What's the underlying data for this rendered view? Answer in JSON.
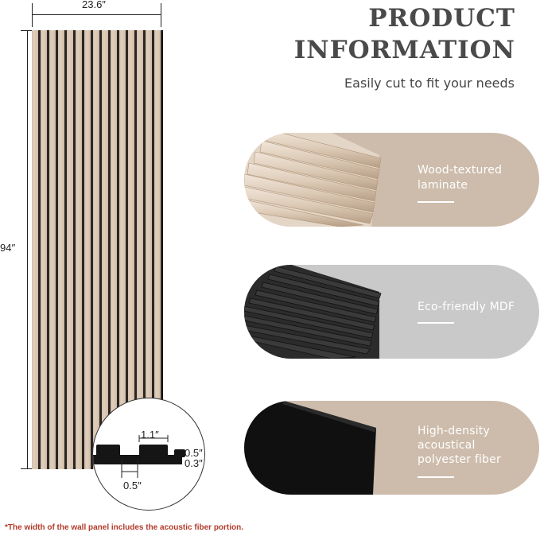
{
  "dimensions": {
    "width": "23.6″",
    "height": "94′′",
    "slat_width": "1.1″",
    "slat_depth": "0.5″",
    "base_thickness": "0.3″",
    "gap_width": "0.5″"
  },
  "header": {
    "title_line1": "PRODUCT",
    "title_line2": "INFORMATION",
    "subtitle": "Easily cut to fit your needs"
  },
  "features": [
    {
      "label_line1": "Wood-textured",
      "label_line2": "laminate",
      "color": "#cdbcab"
    },
    {
      "label_line1": "Eco-friendly MDF",
      "color": "#c9c9c9"
    },
    {
      "label_line1": "High-density",
      "label_line2": "acoustical",
      "label_line3": "polyester fiber",
      "color": "#cdbcab"
    }
  ],
  "footnote": "*The width of the wall panel includes the acoustic fiber portion.",
  "colors": {
    "wood": "#d9c6b3",
    "felt": "#1c1a19",
    "footnote": "#b33a2a"
  }
}
